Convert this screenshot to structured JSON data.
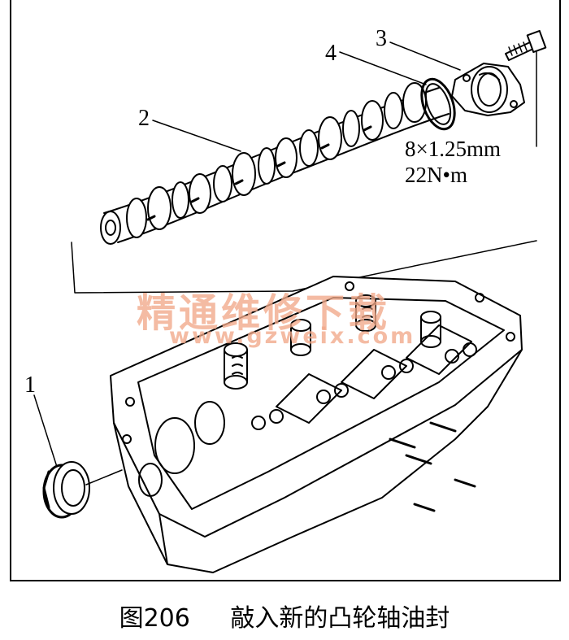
{
  "callouts": {
    "c1": "1",
    "c2": "2",
    "c3": "3",
    "c4": "4"
  },
  "spec": {
    "thread": "8×1.25mm",
    "torque": "22N•m"
  },
  "watermark": {
    "title": "精通维修下载",
    "url": "www.gzweix.com"
  },
  "caption": {
    "number": "图206",
    "text": "敲入新的凸轮轴油封"
  },
  "colors": {
    "line": "#000000",
    "watermark": "#f2a98a"
  }
}
